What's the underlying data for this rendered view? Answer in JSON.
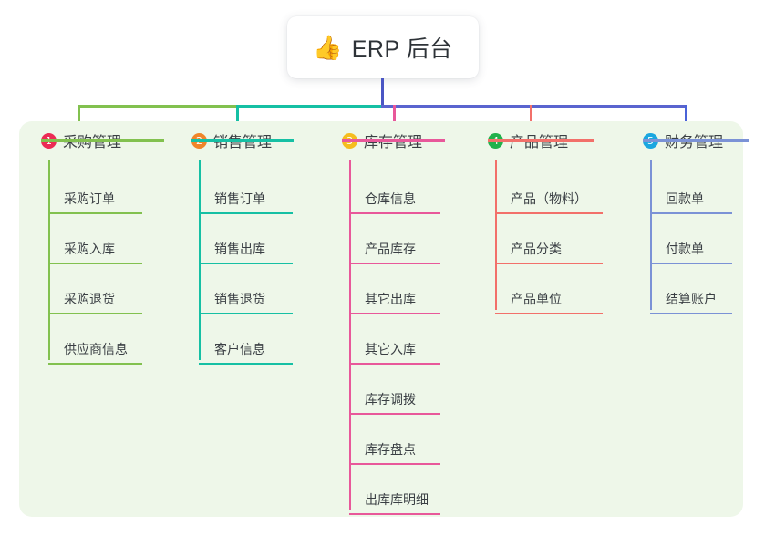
{
  "title": {
    "icon": "thumbs-up-emoji",
    "icon_glyph": "👍",
    "text": "ERP 后台"
  },
  "theme": {
    "page_bg": "#ffffff",
    "panel_bg": "#eef7e9",
    "text": "#3a3f44",
    "stem": "#4a56c4"
  },
  "columns": [
    {
      "number": "1",
      "label": "采购管理",
      "badge_color": "#ec2b55",
      "line_color": "#82c14f",
      "items": [
        "采购订单",
        "采购入库",
        "采购退货",
        "供应商信息"
      ]
    },
    {
      "number": "2",
      "label": "销售管理",
      "badge_color": "#f0852a",
      "line_color": "#16c0a4",
      "items": [
        "销售订单",
        "销售出库",
        "销售退货",
        "客户信息"
      ]
    },
    {
      "number": "3",
      "label": "库存管理",
      "badge_color": "#f5bd1f",
      "line_color": "#e8589a",
      "items": [
        "仓库信息",
        "产品库存",
        "其它出库",
        "其它入库",
        "库存调拨",
        "库存盘点",
        "出库库明细"
      ]
    },
    {
      "number": "4",
      "label": "产品管理",
      "badge_color": "#22b14c",
      "line_color": "#f2706a",
      "items": [
        "产品（物料）",
        "产品分类",
        "产品单位"
      ]
    },
    {
      "number": "5",
      "label": "财务管理",
      "badge_color": "#1aa7e0",
      "line_color": "#7b92d6",
      "items": [
        "回款单",
        "付款单",
        "结算账户"
      ]
    }
  ]
}
